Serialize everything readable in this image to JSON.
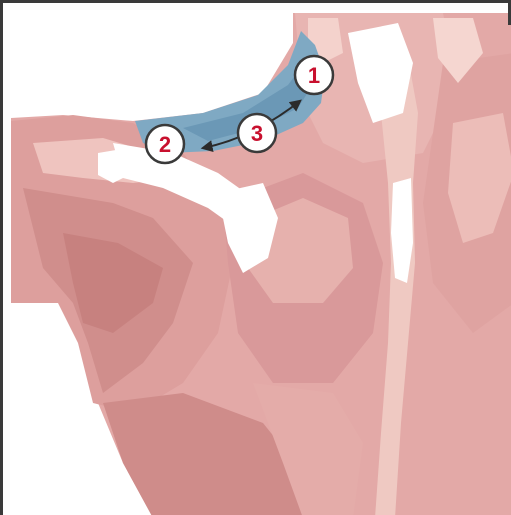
{
  "markers": [
    {
      "id": "1",
      "label": "1"
    },
    {
      "id": "2",
      "label": "2"
    },
    {
      "id": "3",
      "label": "3"
    }
  ],
  "colors": {
    "skin_base": "#e3a9a7",
    "skin_mid": "#d59593",
    "skin_dark": "#c7817f",
    "skin_light": "#efc9c2",
    "highlight": "#ffffff",
    "muscle_highlight": "#7fa9c3",
    "marker_stroke": "#3a3a3a",
    "marker_text": "#c8102e",
    "arrow": "#2b2b2b"
  }
}
